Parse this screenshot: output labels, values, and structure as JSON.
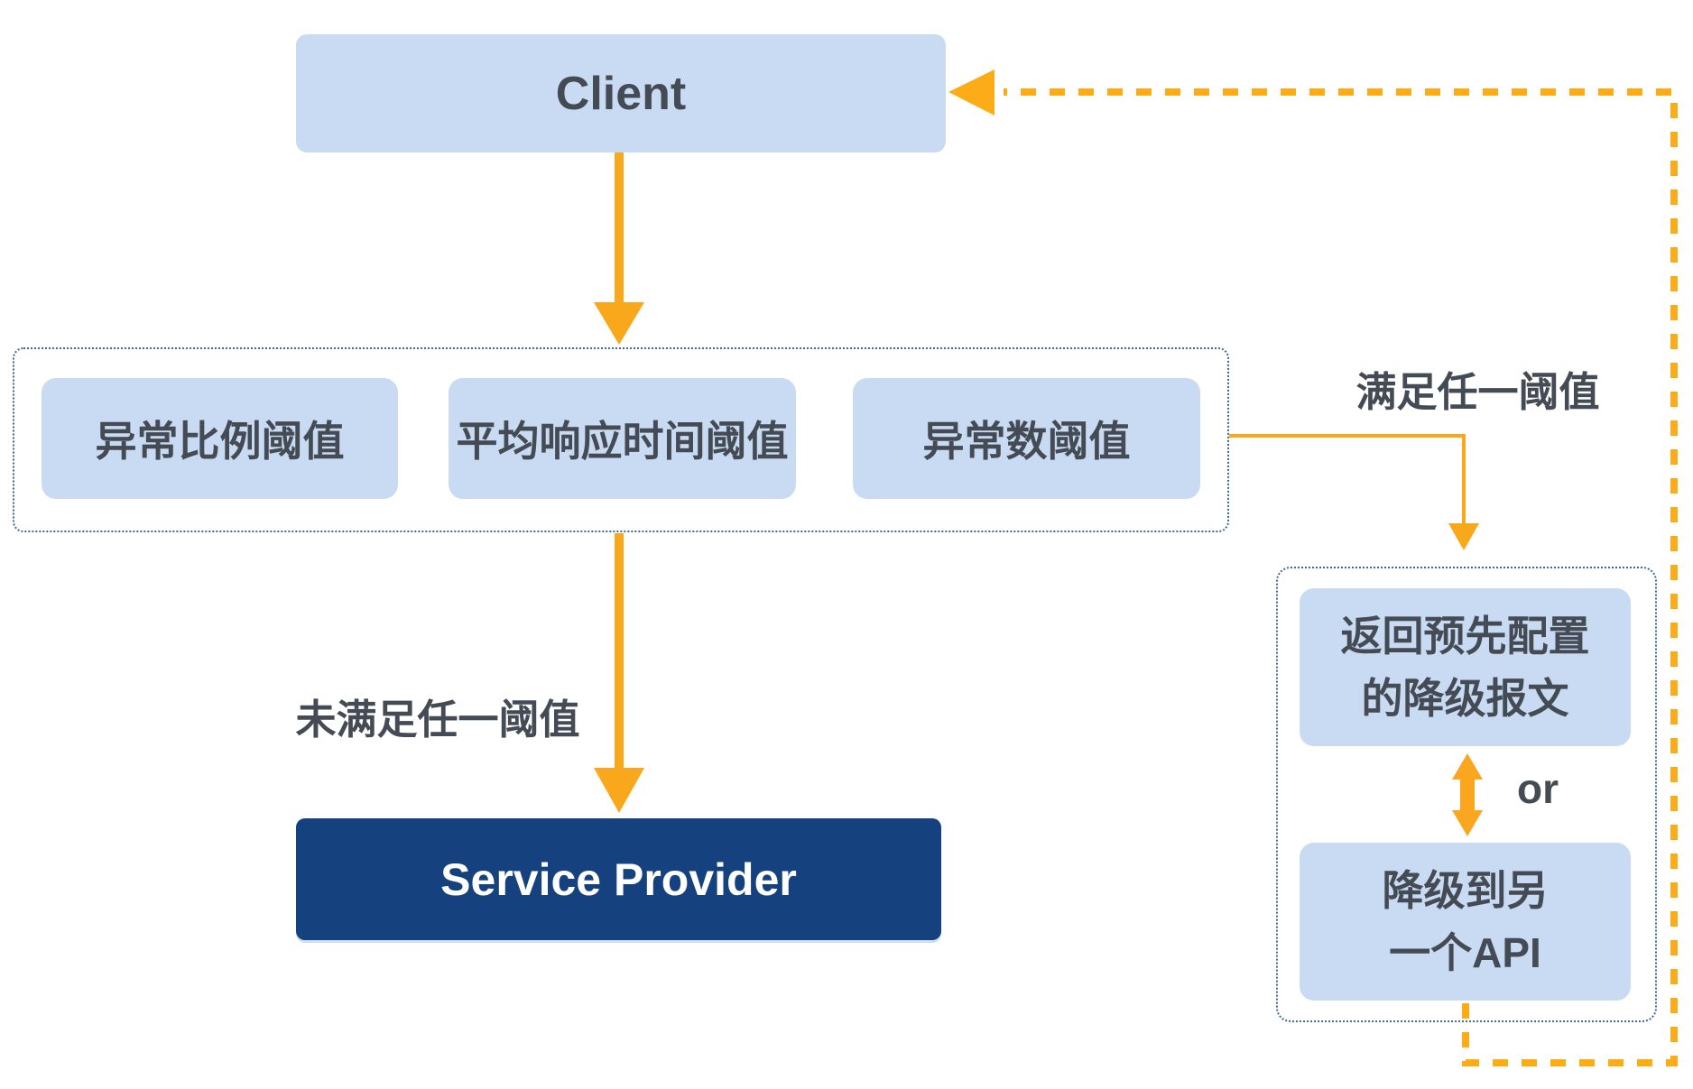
{
  "client_box": {
    "label": "Client"
  },
  "threshold_group": {
    "items": [
      {
        "label": "异常比例阈值"
      },
      {
        "label": "平均响应时间阈值"
      },
      {
        "label": "异常数阈值"
      }
    ]
  },
  "edge_labels": {
    "meet_any": "满足任一阈值",
    "not_meet_any": "未满足任一阈值",
    "or_label": "or"
  },
  "fallback_group": {
    "return_box_lines": [
      "返回预先配置",
      "的降级报文"
    ],
    "api_box_lines": [
      "降级到另",
      "一个API"
    ]
  },
  "service_provider_box": {
    "label": "Service Provider"
  },
  "colors": {
    "node_light_blue": "#C8DBF3",
    "node_navy": "#15417E",
    "solid_arrow_orange": "#F9A71B",
    "dashed_arrow_orange": "#FBAC17",
    "dotted_container_border": "#3D6A94",
    "text_dark": "#454B54",
    "text_light": "#FFFFFF"
  }
}
